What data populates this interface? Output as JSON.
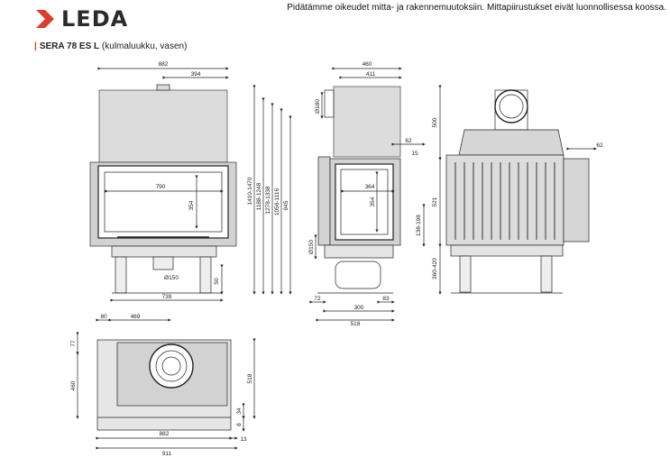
{
  "brand": {
    "name": "LEDA",
    "accent_color": "#d8402b",
    "logo_icon": "leda-chevron-logo"
  },
  "disclaimer": "Pidätämme oikeudet mitta- ja rakennemuutoksiin. Mittapiirustukset eivät luonnollisessa koossa.",
  "title": {
    "model": "SERA 78 ES L",
    "subtitle": "(kulmaluukku, vasen)"
  },
  "dimensions": {
    "front": {
      "w882": "882",
      "w394": "394",
      "w790": "790",
      "h354": "354",
      "d150": "Ø150",
      "h50": "50",
      "w739": "739"
    },
    "side": {
      "w460": "460",
      "w411": "411",
      "d180": "Ø180",
      "h1410": "1410-1470",
      "h1188": "1188-1248",
      "h1278": "1278-1338",
      "h1056": "1056-1116",
      "h945": "945",
      "w364": "364",
      "h354": "354",
      "d150": "Ø150",
      "w72": "72",
      "w300": "300",
      "w518": "518",
      "w83": "83",
      "h500": "500",
      "w62": "62",
      "w15": "15",
      "h521": "521",
      "h138": "138-198",
      "h360": "360-420"
    },
    "back": {
      "w62": "62"
    },
    "plan": {
      "w80": "80",
      "w469": "469",
      "h77": "77",
      "h460": "460",
      "h518": "518",
      "h34": "34",
      "h8": "8",
      "w882": "882",
      "w13": "13",
      "w911": "911"
    }
  }
}
